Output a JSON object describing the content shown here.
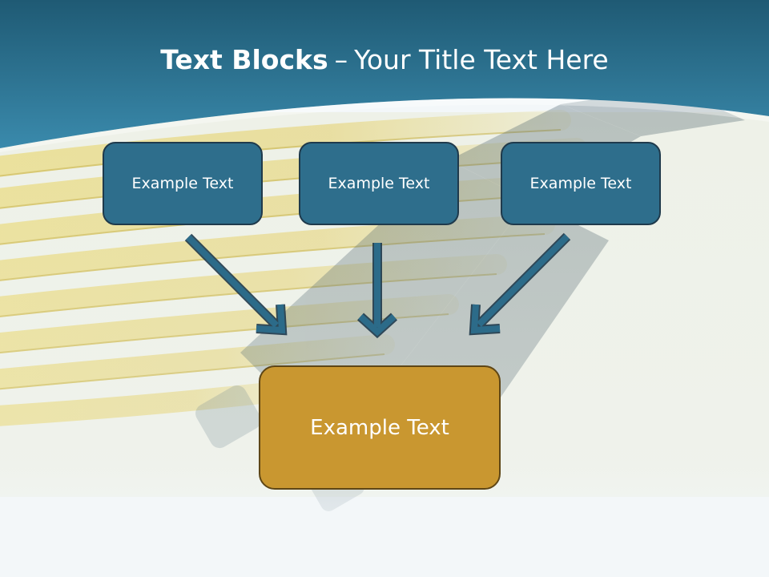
{
  "slide": {
    "title_bold": "Text Blocks",
    "title_dash": "–",
    "title_rest": "Your Title Text Here",
    "top_boxes": [
      {
        "label": "Example Text"
      },
      {
        "label": "Example Text"
      },
      {
        "label": "Example Text"
      }
    ],
    "bottom_box": {
      "label": "Example Text"
    }
  },
  "colors": {
    "header_blue": "#2b6f8d",
    "box_blue": "#2e6e8c",
    "box_gold": "#c99730",
    "arrow": "#2a6784"
  }
}
